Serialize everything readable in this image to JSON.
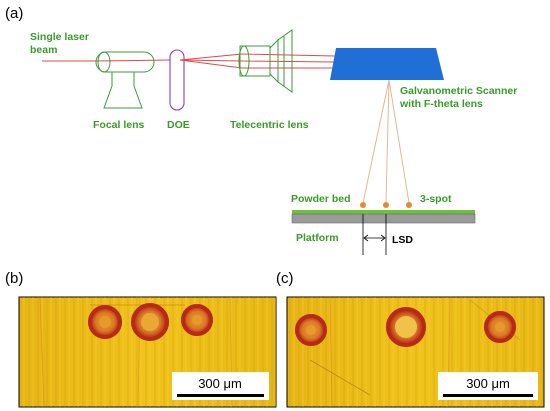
{
  "panels": {
    "a": "(a)",
    "b": "(b)",
    "c": "(c)"
  },
  "labels": {
    "laser_line1": "Single laser",
    "laser_line2": "beam",
    "focal_lens": "Focal lens",
    "doe": "DOE",
    "telecentric_lens": "Telecentric lens",
    "scanner_line1": "Galvanometric Scanner",
    "scanner_line2": "with F-theta lens",
    "powder_bed": "Powder bed",
    "three_spot": "3-spot",
    "platform": "Platform",
    "lsd": "LSD"
  },
  "scale_bars": {
    "b": "300 μm",
    "c": "300 μm"
  },
  "colors": {
    "label_green": "#3a9a2a",
    "optics_green": "#3c9a3c",
    "doe_purple": "#8a3fb5",
    "beam_red": "#e04848",
    "scanner_blue": "#1f6fd6",
    "spot_orange": "#e38a2b",
    "powder_green": "#6fbf3a",
    "platform_gray": "#9a9a9a",
    "micro_yellow": "#e9bb16",
    "melt_red": "#c2351d"
  }
}
